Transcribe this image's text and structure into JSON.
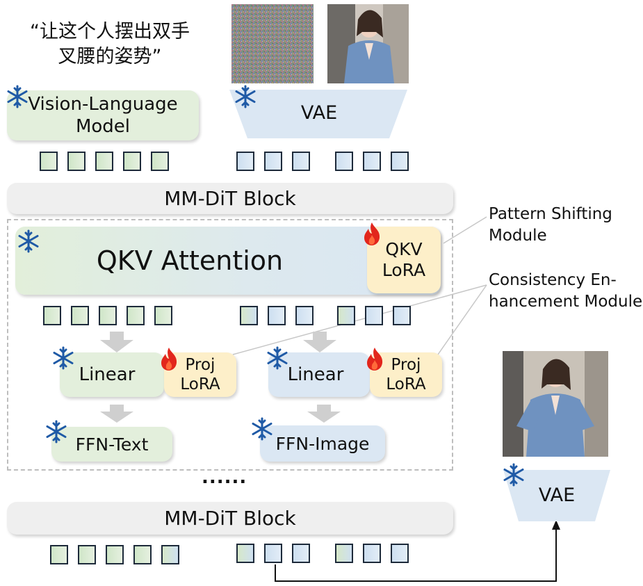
{
  "prompt_text_line1": "“让这个人摆出双手",
  "prompt_text_line2": "叉腰的姿势”",
  "vlm_label_line1": "Vision-Language",
  "vlm_label_line2": "Model",
  "vae_top_label": "VAE",
  "mmdit_top_label": "MM-DiT Block",
  "qkv_attention_label": "QKV Attention",
  "qkv_lora_line1": "QKV",
  "qkv_lora_line2": "LoRA",
  "pattern_module_line1": "Pattern Shifting",
  "pattern_module_line2": "Module",
  "consistency_module_line1": "Consistency En-",
  "consistency_module_line2": "hancement Module",
  "linear_text_label": "Linear",
  "linear_image_label": "Linear",
  "proj_lora_left_line1": "Proj",
  "proj_lora_left_line2": "LoRA",
  "proj_lora_right_line1": "Proj",
  "proj_lora_right_line2": "LoRA",
  "ffn_text_label": "FFN-Text",
  "ffn_image_label": "FFN-Image",
  "ellipsis": "......",
  "mmdit_bottom_label": "MM-DiT Block",
  "vae_bottom_label": "VAE",
  "colors": {
    "green": "#e3efdc",
    "blue": "#dbe7f3",
    "gray": "#efefef",
    "lora_yellow": "#fdefc9",
    "snowflake": "#1f5aa6",
    "flame": "#e2261c"
  }
}
